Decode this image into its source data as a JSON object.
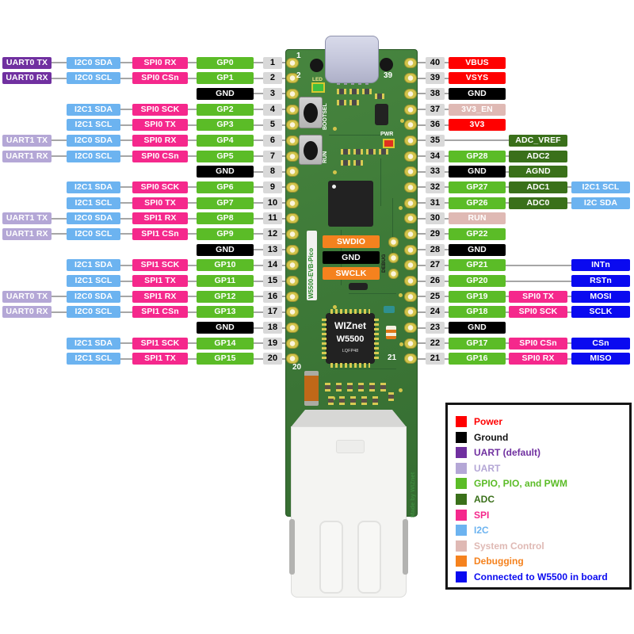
{
  "colors": {
    "power": "#FF0000",
    "gnd": "#000000",
    "uart_def": "#7030A0",
    "uart": "#B4A7D6",
    "gpio": "#5BBC27",
    "adc": "#3A701A",
    "spi": "#F5288C",
    "i2c": "#6CB3F0",
    "sys": "#DFB9B4",
    "debug": "#F5821E",
    "w5500": "#0A0AF0",
    "pin_box": "#D9D9D9",
    "pcb": "#3E7A38",
    "pad_gold": "#D2C44A"
  },
  "pins": {
    "left": [
      {
        "pin": "1",
        "labels": [
          {
            "col": "uart",
            "text": "UART0 TX",
            "type": "uart_def"
          },
          {
            "col": "i2c",
            "text": "I2C0 SDA",
            "type": "i2c"
          },
          {
            "col": "spi",
            "text": "SPI0 RX",
            "type": "spi"
          },
          {
            "col": "gp",
            "text": "GP0",
            "type": "gpio"
          }
        ]
      },
      {
        "pin": "2",
        "labels": [
          {
            "col": "uart",
            "text": "UART0 RX",
            "type": "uart_def"
          },
          {
            "col": "i2c",
            "text": "I2C0 SCL",
            "type": "i2c"
          },
          {
            "col": "spi",
            "text": "SPI0 CSn",
            "type": "spi"
          },
          {
            "col": "gp",
            "text": "GP1",
            "type": "gpio"
          }
        ]
      },
      {
        "pin": "3",
        "labels": [
          {
            "col": "gp",
            "text": "GND",
            "type": "gnd"
          }
        ]
      },
      {
        "pin": "4",
        "labels": [
          {
            "col": "i2c",
            "text": "I2C1 SDA",
            "type": "i2c"
          },
          {
            "col": "spi",
            "text": "SPI0 SCK",
            "type": "spi"
          },
          {
            "col": "gp",
            "text": "GP2",
            "type": "gpio"
          }
        ]
      },
      {
        "pin": "5",
        "labels": [
          {
            "col": "i2c",
            "text": "I2C1 SCL",
            "type": "i2c"
          },
          {
            "col": "spi",
            "text": "SPI0 TX",
            "type": "spi"
          },
          {
            "col": "gp",
            "text": "GP3",
            "type": "gpio"
          }
        ]
      },
      {
        "pin": "6",
        "labels": [
          {
            "col": "uart",
            "text": "UART1 TX",
            "type": "uart"
          },
          {
            "col": "i2c",
            "text": "I2C0 SDA",
            "type": "i2c"
          },
          {
            "col": "spi",
            "text": "SPI0 RX",
            "type": "spi"
          },
          {
            "col": "gp",
            "text": "GP4",
            "type": "gpio"
          }
        ]
      },
      {
        "pin": "7",
        "labels": [
          {
            "col": "uart",
            "text": "UART1 RX",
            "type": "uart"
          },
          {
            "col": "i2c",
            "text": "I2C0 SCL",
            "type": "i2c"
          },
          {
            "col": "spi",
            "text": "SPI0 CSn",
            "type": "spi"
          },
          {
            "col": "gp",
            "text": "GP5",
            "type": "gpio"
          }
        ]
      },
      {
        "pin": "8",
        "labels": [
          {
            "col": "gp",
            "text": "GND",
            "type": "gnd"
          }
        ]
      },
      {
        "pin": "9",
        "labels": [
          {
            "col": "i2c",
            "text": "I2C1 SDA",
            "type": "i2c"
          },
          {
            "col": "spi",
            "text": "SPI0 SCK",
            "type": "spi"
          },
          {
            "col": "gp",
            "text": "GP6",
            "type": "gpio"
          }
        ]
      },
      {
        "pin": "10",
        "labels": [
          {
            "col": "i2c",
            "text": "I2C1 SCL",
            "type": "i2c"
          },
          {
            "col": "spi",
            "text": "SPI0 TX",
            "type": "spi"
          },
          {
            "col": "gp",
            "text": "GP7",
            "type": "gpio"
          }
        ]
      },
      {
        "pin": "11",
        "labels": [
          {
            "col": "uart",
            "text": "UART1 TX",
            "type": "uart"
          },
          {
            "col": "i2c",
            "text": "I2C0 SDA",
            "type": "i2c"
          },
          {
            "col": "spi",
            "text": "SPI1 RX",
            "type": "spi"
          },
          {
            "col": "gp",
            "text": "GP8",
            "type": "gpio"
          }
        ]
      },
      {
        "pin": "12",
        "labels": [
          {
            "col": "uart",
            "text": "UART1 RX",
            "type": "uart"
          },
          {
            "col": "i2c",
            "text": "I2C0 SCL",
            "type": "i2c"
          },
          {
            "col": "spi",
            "text": "SPI1 CSn",
            "type": "spi"
          },
          {
            "col": "gp",
            "text": "GP9",
            "type": "gpio"
          }
        ]
      },
      {
        "pin": "13",
        "labels": [
          {
            "col": "gp",
            "text": "GND",
            "type": "gnd"
          }
        ]
      },
      {
        "pin": "14",
        "labels": [
          {
            "col": "i2c",
            "text": "I2C1 SDA",
            "type": "i2c"
          },
          {
            "col": "spi",
            "text": "SPI1 SCK",
            "type": "spi"
          },
          {
            "col": "gp",
            "text": "GP10",
            "type": "gpio"
          }
        ]
      },
      {
        "pin": "15",
        "labels": [
          {
            "col": "i2c",
            "text": "I2C1 SCL",
            "type": "i2c"
          },
          {
            "col": "spi",
            "text": "SPI1 TX",
            "type": "spi"
          },
          {
            "col": "gp",
            "text": "GP11",
            "type": "gpio"
          }
        ]
      },
      {
        "pin": "16",
        "labels": [
          {
            "col": "uart",
            "text": "UART0 TX",
            "type": "uart"
          },
          {
            "col": "i2c",
            "text": "I2C0 SDA",
            "type": "i2c"
          },
          {
            "col": "spi",
            "text": "SPI1 RX",
            "type": "spi"
          },
          {
            "col": "gp",
            "text": "GP12",
            "type": "gpio"
          }
        ]
      },
      {
        "pin": "17",
        "labels": [
          {
            "col": "uart",
            "text": "UART0 RX",
            "type": "uart"
          },
          {
            "col": "i2c",
            "text": "I2C0 SCL",
            "type": "i2c"
          },
          {
            "col": "spi",
            "text": "SPI1 CSn",
            "type": "spi"
          },
          {
            "col": "gp",
            "text": "GP13",
            "type": "gpio"
          }
        ]
      },
      {
        "pin": "18",
        "labels": [
          {
            "col": "gp",
            "text": "GND",
            "type": "gnd"
          }
        ]
      },
      {
        "pin": "19",
        "labels": [
          {
            "col": "i2c",
            "text": "I2C1 SDA",
            "type": "i2c"
          },
          {
            "col": "spi",
            "text": "SPI1 SCK",
            "type": "spi"
          },
          {
            "col": "gp",
            "text": "GP14",
            "type": "gpio"
          }
        ]
      },
      {
        "pin": "20",
        "labels": [
          {
            "col": "i2c",
            "text": "I2C1 SCL",
            "type": "i2c"
          },
          {
            "col": "spi",
            "text": "SPI1 TX",
            "type": "spi"
          },
          {
            "col": "gp",
            "text": "GP15",
            "type": "gpio"
          }
        ]
      }
    ],
    "right": [
      {
        "pin": "40",
        "labels": [
          {
            "col": "main",
            "text": "VBUS",
            "type": "power"
          }
        ]
      },
      {
        "pin": "39",
        "labels": [
          {
            "col": "main",
            "text": "VSYS",
            "type": "power"
          }
        ]
      },
      {
        "pin": "38",
        "labels": [
          {
            "col": "main",
            "text": "GND",
            "type": "gnd"
          }
        ]
      },
      {
        "pin": "37",
        "labels": [
          {
            "col": "main",
            "text": "3V3_EN",
            "type": "sys"
          }
        ]
      },
      {
        "pin": "36",
        "labels": [
          {
            "col": "main",
            "text": "3V3",
            "type": "power"
          }
        ]
      },
      {
        "pin": "35",
        "labels": [
          {
            "col": "adc",
            "text": "ADC_VREF",
            "type": "adc"
          }
        ]
      },
      {
        "pin": "34",
        "labels": [
          {
            "col": "main",
            "text": "GP28",
            "type": "gpio"
          },
          {
            "col": "adc",
            "text": "ADC2",
            "type": "adc"
          }
        ]
      },
      {
        "pin": "33",
        "labels": [
          {
            "col": "main",
            "text": "GND",
            "type": "gnd"
          },
          {
            "col": "adc",
            "text": "AGND",
            "type": "adc"
          }
        ]
      },
      {
        "pin": "32",
        "labels": [
          {
            "col": "main",
            "text": "GP27",
            "type": "gpio"
          },
          {
            "col": "adc",
            "text": "ADC1",
            "type": "adc"
          },
          {
            "col": "ext",
            "text": "I2C1 SCL",
            "type": "i2c"
          }
        ]
      },
      {
        "pin": "31",
        "labels": [
          {
            "col": "main",
            "text": "GP26",
            "type": "gpio"
          },
          {
            "col": "adc",
            "text": "ADC0",
            "type": "adc"
          },
          {
            "col": "ext",
            "text": "I2C SDA",
            "type": "i2c"
          }
        ]
      },
      {
        "pin": "30",
        "labels": [
          {
            "col": "main",
            "text": "RUN",
            "type": "sys"
          }
        ]
      },
      {
        "pin": "29",
        "labels": [
          {
            "col": "main",
            "text": "GP22",
            "type": "gpio"
          }
        ]
      },
      {
        "pin": "28",
        "labels": [
          {
            "col": "main",
            "text": "GND",
            "type": "gnd"
          }
        ]
      },
      {
        "pin": "27",
        "labels": [
          {
            "col": "main",
            "text": "GP21",
            "type": "gpio"
          },
          {
            "col": "ext",
            "text": "INTn",
            "type": "w5500"
          }
        ]
      },
      {
        "pin": "26",
        "labels": [
          {
            "col": "main",
            "text": "GP20",
            "type": "gpio"
          },
          {
            "col": "ext",
            "text": "RSTn",
            "type": "w5500"
          }
        ]
      },
      {
        "pin": "25",
        "labels": [
          {
            "col": "main",
            "text": "GP19",
            "type": "gpio"
          },
          {
            "col": "adc",
            "text": "SPI0 TX",
            "type": "spi"
          },
          {
            "col": "ext",
            "text": "MOSI",
            "type": "w5500"
          }
        ]
      },
      {
        "pin": "24",
        "labels": [
          {
            "col": "main",
            "text": "GP18",
            "type": "gpio"
          },
          {
            "col": "adc",
            "text": "SPI0 SCK",
            "type": "spi"
          },
          {
            "col": "ext",
            "text": "SCLK",
            "type": "w5500"
          }
        ]
      },
      {
        "pin": "23",
        "labels": [
          {
            "col": "main",
            "text": "GND",
            "type": "gnd"
          }
        ]
      },
      {
        "pin": "22",
        "labels": [
          {
            "col": "main",
            "text": "GP17",
            "type": "gpio"
          },
          {
            "col": "adc",
            "text": "SPI0 CSn",
            "type": "spi"
          },
          {
            "col": "ext",
            "text": "CSn",
            "type": "w5500"
          }
        ]
      },
      {
        "pin": "21",
        "labels": [
          {
            "col": "main",
            "text": "GP16",
            "type": "gpio"
          },
          {
            "col": "adc",
            "text": "SPI0 RX",
            "type": "spi"
          },
          {
            "col": "ext",
            "text": "MISO",
            "type": "w5500"
          }
        ]
      }
    ]
  },
  "board": {
    "silk_1": "1",
    "silk_2": "2",
    "silk_39": "39",
    "silk_20": "20",
    "silk_21": "21",
    "led_label": "LED",
    "bootsel_label": "BOOTSEL",
    "run_label": "RUN",
    "pwr_label": "PWR",
    "swdio": "SWDIO",
    "swd_gnd": "GND",
    "swclk": "SWCLK",
    "debug_label": "DEBUG",
    "board_name": "W5500-EVB-Pico",
    "chip_brand": "WIZnet",
    "chip_model": "W5500",
    "chip_package": "LQFP48",
    "made_by": "Made by WIZnet"
  },
  "legend": {
    "items": [
      {
        "label": "Power",
        "key": "power"
      },
      {
        "label": "Ground",
        "key": "gnd",
        "text_color": "#111111"
      },
      {
        "label": "UART (default)",
        "key": "uart_def"
      },
      {
        "label": "UART",
        "key": "uart"
      },
      {
        "label": "GPIO, PIO, and PWM",
        "key": "gpio"
      },
      {
        "label": "ADC",
        "key": "adc"
      },
      {
        "label": "SPI",
        "key": "spi"
      },
      {
        "label": "I2C",
        "key": "i2c"
      },
      {
        "label": "System Control",
        "key": "sys"
      },
      {
        "label": "Debugging",
        "key": "debug"
      },
      {
        "label": "Connected to W5500 in board",
        "key": "w5500"
      }
    ]
  }
}
